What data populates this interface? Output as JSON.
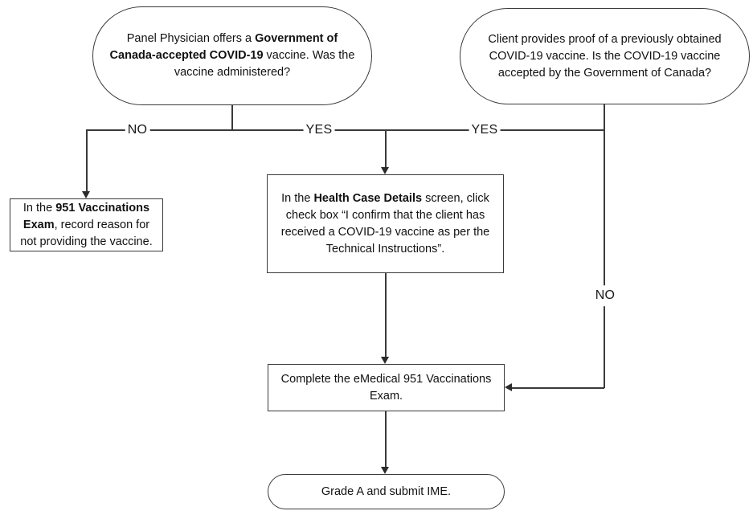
{
  "colors": {
    "background": "#ffffff",
    "line": "#3a3a3a",
    "text": "#111111"
  },
  "nodes": {
    "offer_vaccine": {
      "shape": "stadium",
      "lines": [
        [
          {
            "t": "Panel Physician offers a "
          },
          {
            "t": "Government of",
            "b": true
          }
        ],
        [
          {
            "t": "Canada-accepted COVID-19",
            "b": true
          },
          {
            "t": " vaccine. Was the"
          }
        ],
        [
          {
            "t": "vaccine administered?"
          }
        ]
      ]
    },
    "proof_vaccine": {
      "shape": "stadium",
      "lines": [
        [
          {
            "t": "Client provides proof of a previously obtained"
          }
        ],
        [
          {
            "t": "COVID-19 vaccine. Is the COVID-19 vaccine"
          }
        ],
        [
          {
            "t": "accepted by the Government of Canada?"
          }
        ]
      ]
    },
    "record_reason": {
      "shape": "rectangle",
      "lines": [
        [
          {
            "t": "In the "
          },
          {
            "t": "951 Vaccinations",
            "b": true
          }
        ],
        [
          {
            "t": "Exam",
            "b": true
          },
          {
            "t": ", record reason for"
          }
        ],
        [
          {
            "t": "not providing the vaccine."
          }
        ]
      ]
    },
    "health_case_details": {
      "shape": "rectangle",
      "lines": [
        [
          {
            "t": "In the "
          },
          {
            "t": "Health Case Details",
            "b": true
          },
          {
            "t": " screen, click"
          }
        ],
        [
          {
            "t": "check box “I confirm that the client has"
          }
        ],
        [
          {
            "t": "received a COVID-19 vaccine as per the"
          }
        ],
        [
          {
            "t": "Technical Instructions”."
          }
        ]
      ]
    },
    "complete_exam": {
      "shape": "rectangle",
      "lines": [
        [
          {
            "t": "Complete the eMedical 951 Vaccinations"
          }
        ],
        [
          {
            "t": "Exam."
          }
        ]
      ]
    },
    "grade_submit": {
      "shape": "stadium",
      "lines": [
        [
          {
            "t": "Grade A and submit IME."
          }
        ]
      ]
    }
  },
  "edge_labels": {
    "offer_no": "NO",
    "offer_yes": "YES",
    "proof_yes": "YES",
    "proof_no": "NO"
  }
}
